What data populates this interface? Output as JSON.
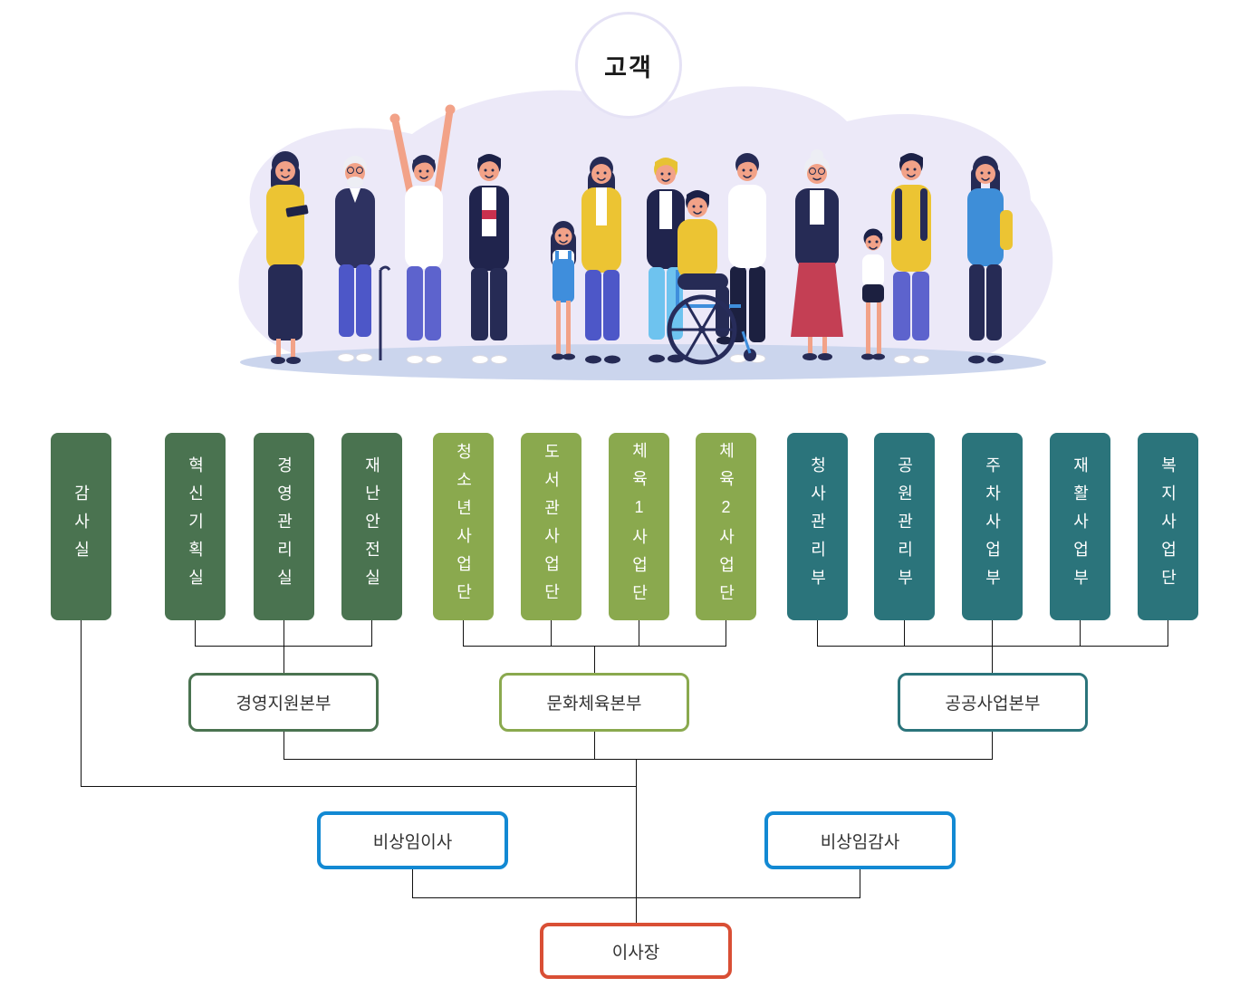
{
  "customer_circle": {
    "label": "고객"
  },
  "org": {
    "green_units": [
      {
        "label": "감사실"
      },
      {
        "label": "혁신기획실"
      },
      {
        "label": "경영관리실"
      },
      {
        "label": "재난안전실"
      }
    ],
    "olive_units": [
      {
        "label": "청소년사업단"
      },
      {
        "label": "도서관사업단"
      },
      {
        "label": "체육1사업단"
      },
      {
        "label": "체육2사업단"
      }
    ],
    "teal_units": [
      {
        "label": "청사관리부"
      },
      {
        "label": "공원관리부"
      },
      {
        "label": "주차사업부"
      },
      {
        "label": "재활사업부"
      },
      {
        "label": "복지사업단"
      }
    ],
    "divisions": [
      {
        "label": "경영지원본부"
      },
      {
        "label": "문화체육본부"
      },
      {
        "label": "공공사업본부"
      }
    ],
    "officers": [
      {
        "label": "비상임이사"
      },
      {
        "label": "비상임감사"
      }
    ],
    "chairman": {
      "label": "이사장"
    }
  },
  "icons": {
    "people_illustration": "diverse-group-of-customers"
  },
  "colors": {
    "unit_green": "#4a7350",
    "unit_olive": "#8aa94e",
    "unit_teal": "#2b747b",
    "officer_blue": "#1289d3",
    "chairman_red": "#d94f35",
    "connector_line": "#111111",
    "blob_background": "#ece9f8",
    "ground_shadow": "#cbd5ed",
    "circle_border": "#e5e2f5"
  }
}
